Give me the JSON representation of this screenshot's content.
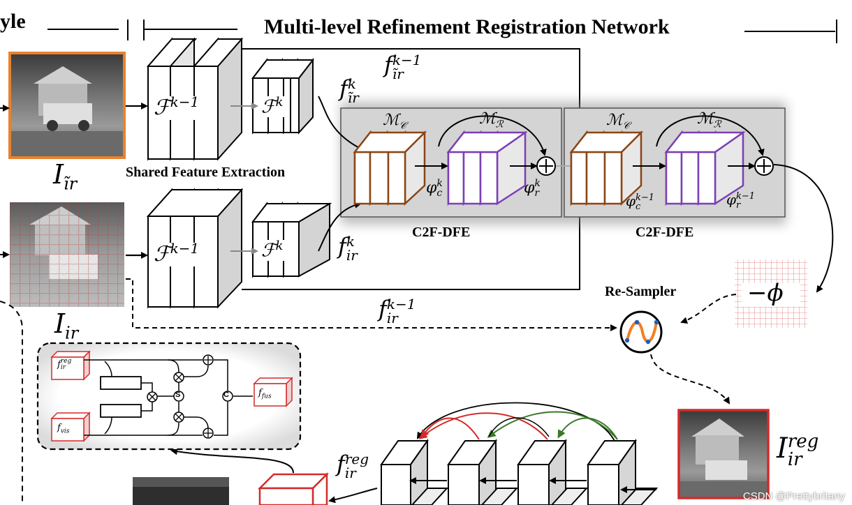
{
  "header": {
    "left_fragment": "yle",
    "title": "Multi-level Refinement Registration Network"
  },
  "captions": {
    "shared_feature_extraction": "Shared Feature Extraction",
    "c2f_dfe_1": "C2F-DFE",
    "c2f_dfe_2": "C2F-DFE",
    "re_sampler": "Re-Sampler"
  },
  "math_labels": {
    "I_ir_tilde": "I",
    "I_ir_tilde_sub": "ĩr",
    "I_ir": "I",
    "I_ir_sub": "ir",
    "I_ir_reg": "I",
    "I_ir_reg_sub": "ir",
    "I_ir_reg_sup": "reg",
    "F_prev_top": "ℱ",
    "F_prev_top_sup": "k−1",
    "F_k_top": "ℱ",
    "F_k_top_sup": "k",
    "F_prev_bot": "ℱ",
    "F_prev_bot_sup": "k−1",
    "F_k_bot": "ℱ",
    "F_k_bot_sup": "k",
    "f_tilde_k": "f",
    "f_tilde_k_sup": "k",
    "f_tilde_k_sub": "ĩr",
    "f_tilde_km1": "f",
    "f_tilde_km1_sup": "k−1",
    "f_tilde_km1_sub": "ĩr",
    "f_ir_k": "f",
    "f_ir_k_sup": "k",
    "f_ir_k_sub": "ir",
    "f_ir_km1": "f",
    "f_ir_km1_sup": "k−1",
    "f_ir_km1_sub": "ir",
    "f_ir_reg": "f",
    "f_ir_reg_sup": "reg",
    "f_ir_reg_sub": "ir",
    "M_c_1": "ℳ",
    "M_c_1_sub": "𝒞",
    "M_r_1": "ℳ",
    "M_r_1_sub": "ℛ",
    "M_c_2": "ℳ",
    "M_c_2_sub": "𝒞",
    "M_r_2": "ℳ",
    "M_r_2_sub": "ℛ",
    "phi_c_k": "φ",
    "phi_c_k_sup": "k",
    "phi_c_k_sub": "c",
    "phi_r_k": "φ",
    "phi_r_k_sup": "k",
    "phi_r_k_sub": "r",
    "phi_c_km1": "φ",
    "phi_c_km1_sup": "k−1",
    "phi_c_km1_sub": "c",
    "phi_r_km1": "φ",
    "phi_r_km1_sup": "k−1",
    "phi_r_km1_sub": "r",
    "neg_phi": "−ϕ"
  },
  "fusion_inset": {
    "f_reg": "f",
    "f_reg_sup": "reg",
    "f_reg_sub": "ir",
    "f_vis": "f",
    "f_vis_sub": "vis",
    "f_fus": "f",
    "f_fus_sub": "fus",
    "s_symbol": "S",
    "c_symbol": "C"
  },
  "watermark": "CSDN @Prettybritany",
  "colors": {
    "brown": "#8B4513",
    "purple": "#7B3FB5",
    "orange_border": "#E8822E",
    "red": "#D42A2A",
    "green": "#3A7A2A",
    "box_gray": "#D4D4D4",
    "resampler_orange": "#F08020",
    "resampler_blue": "#1F5FBF"
  }
}
